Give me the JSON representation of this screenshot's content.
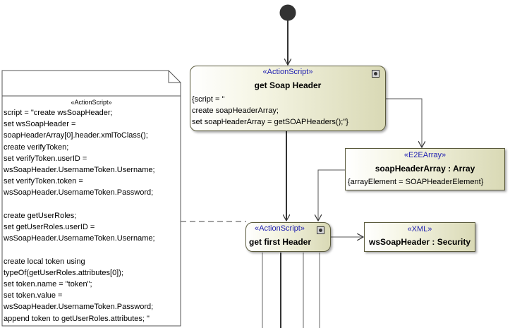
{
  "initial_node": "initial",
  "note": {
    "stereotype": "«ActionScript»",
    "text": "script = \"create wsSoapHeader;\nset wsSoapHeader =\nsoapHeaderArray[0].header.xmlToClass();\ncreate verifyToken;\nset verifyToken.userID =\nwsSoapHeader.UsernameToken.Username;\nset verifyToken.token =\nwsSoapHeader.UsernameToken.Password;\n\ncreate getUserRoles;\nset getUserRoles.userID =\nwsSoapHeader.UsernameToken.Username;\n\ncreate local token using\ntypeOf(getUserRoles.attributes[0]);\nset token.name = \"token\";\nset token.value =\nwsSoapHeader.UsernameToken.Password;\nappend token to getUserRoles.attributes; \""
  },
  "get_soap_header": {
    "stereotype": "«ActionScript»",
    "title": "get Soap Header",
    "body": "{script = \"\ncreate soapHeaderArray;\nset soapHeaderArray = getSOAPHeaders();\"}"
  },
  "soap_header_array": {
    "stereotype": "«E2EArray»",
    "title": "soapHeaderArray : Array",
    "body": "{arrayElement = SOAPHeaderElement}"
  },
  "get_first_header": {
    "stereotype": "«ActionScript»",
    "title": "get first Header"
  },
  "ws_soap_header": {
    "stereotype": "«XML»",
    "title": "wsSoapHeader : Security"
  }
}
